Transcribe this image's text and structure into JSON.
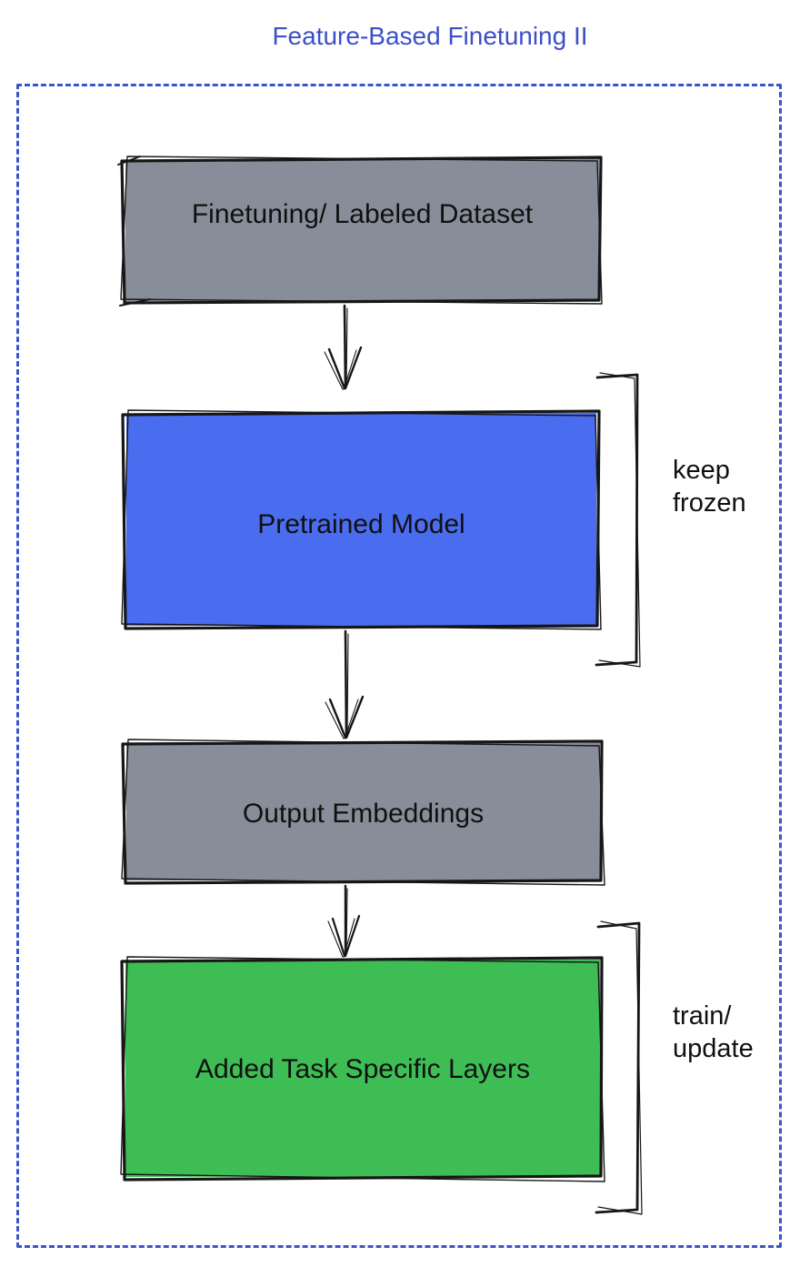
{
  "title": "Feature-Based Finetuning II",
  "colors": {
    "title": "#3b50c8",
    "frame_border": "#3c55cb",
    "box_gray": "#878e99",
    "box_blue": "#4a6cee",
    "box_green": "#3ebd55",
    "outline": "#161616",
    "text": "#101010"
  },
  "boxes": [
    {
      "id": "finetuning-dataset",
      "label": "Finetuning/ Labeled Dataset",
      "color_key": "box_gray"
    },
    {
      "id": "pretrained-model",
      "label": "Pretrained Model",
      "color_key": "box_blue"
    },
    {
      "id": "output-embeddings",
      "label": "Output Embeddings",
      "color_key": "box_gray"
    },
    {
      "id": "added-task-layers",
      "label": "Added Task Specific Layers",
      "color_key": "box_green"
    }
  ],
  "annotations": [
    {
      "id": "keep-frozen",
      "label": "keep\nfrozen",
      "attached_to": "Pretrained Model"
    },
    {
      "id": "train-update",
      "label": "train/\nupdate",
      "attached_to": "Added Task Specific Layers"
    }
  ]
}
